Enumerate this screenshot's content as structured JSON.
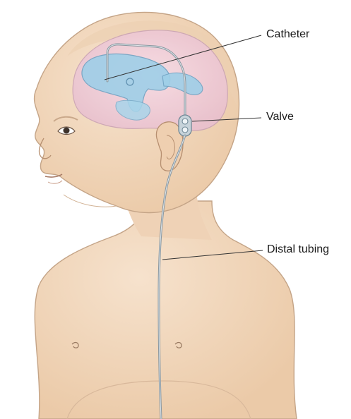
{
  "labels": {
    "catheter": "Catheter",
    "valve": "Valve",
    "distal_tubing": "Distal tubing"
  },
  "colors": {
    "skin": "#f3dcc4",
    "skin_shadow": "#e8c8a8",
    "outline": "#b89a80",
    "brain": "#f2d3de",
    "ventricle": "#9ccbe6",
    "ventricle_outline": "#6a9fc0",
    "tubing": "#8c9aa3",
    "label_text": "#1a1a1a"
  }
}
